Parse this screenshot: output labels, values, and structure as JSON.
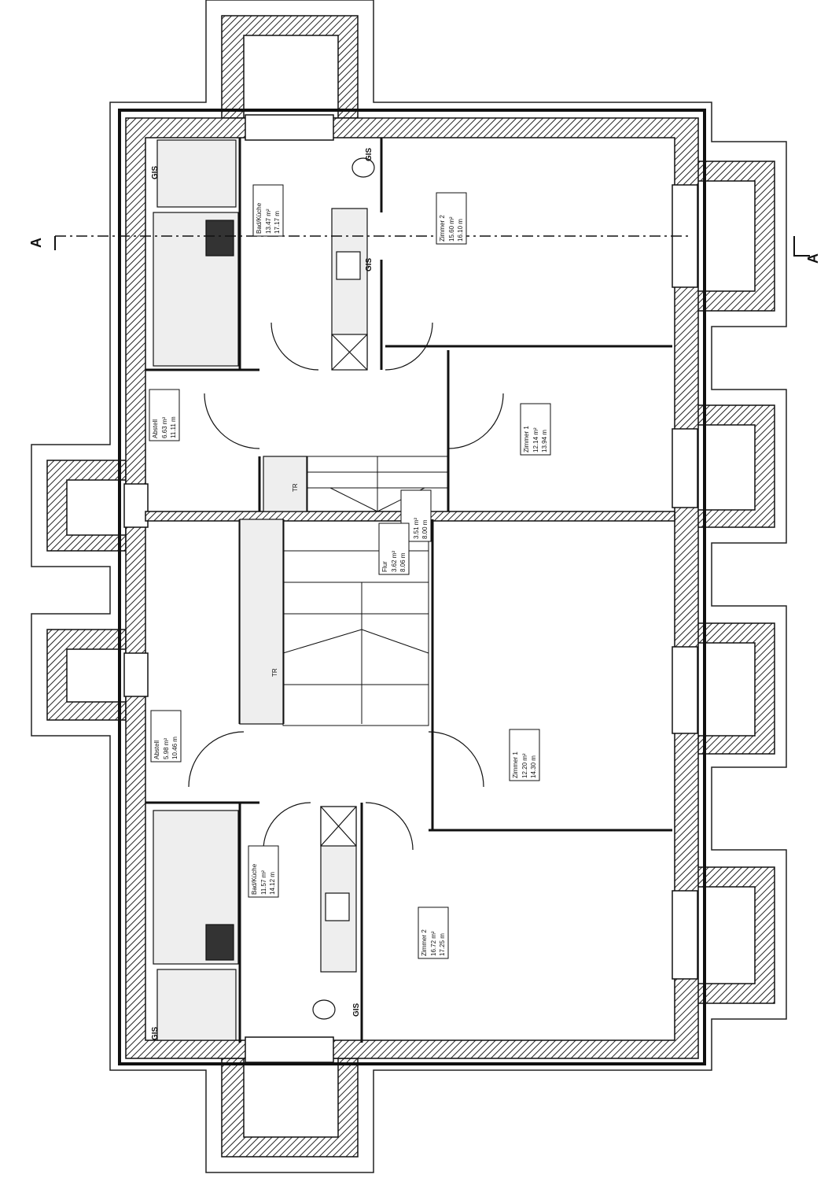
{
  "section_marks": {
    "top": "A",
    "bottom": "A"
  },
  "gis_label": "GIS",
  "stair_label": "TR",
  "rooms": [
    {
      "name": "Bad/Küche",
      "area": "13.47 m²",
      "perimeter": "17.17 m"
    },
    {
      "name": "Zimmer 2",
      "area": "15.60 m²",
      "perimeter": "16.10 m"
    },
    {
      "name": "Abstell",
      "area": "6.63 m²",
      "perimeter": "11.11 m"
    },
    {
      "name": "Zimmer 1",
      "area": "12.14 m²",
      "perimeter": "13.94 m"
    },
    {
      "name": "Flur",
      "area": "3.51 m²",
      "perimeter": "8.00 m"
    },
    {
      "name": "Flur",
      "area": "3.62 m²",
      "perimeter": "8.06 m"
    },
    {
      "name": "Abstell",
      "area": "5.98 m²",
      "perimeter": "10.46 m"
    },
    {
      "name": "Zimmer 1",
      "area": "12.20 m²",
      "perimeter": "14.30 m"
    },
    {
      "name": "Bad/Küche",
      "area": "11.57 m²",
      "perimeter": "14.12 m"
    },
    {
      "name": "Zimmer 2",
      "area": "16.72 m²",
      "perimeter": "17.25 m"
    }
  ]
}
